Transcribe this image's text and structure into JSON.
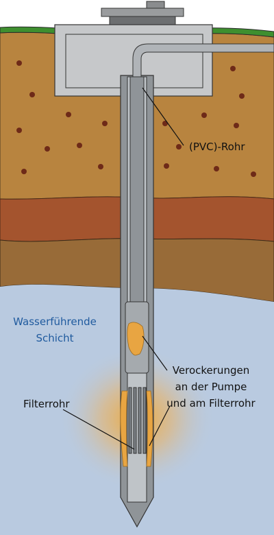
{
  "labels": {
    "pvc_pipe": "(PVC)-Rohr",
    "aquifer_line1": "Wasserführende",
    "aquifer_line2": "Schicht",
    "ochre_line1": "Verockerungen",
    "ochre_line2": "an der Pumpe",
    "ochre_line3": "und am Filterrohr",
    "filter_pipe": "Filterrohr"
  },
  "colors": {
    "grass": "#3e8f2f",
    "topsoil": "#b8843f",
    "clay": "#a4542e",
    "subsoil": "#986b38",
    "aquifer": "#b9cae0",
    "ochre": "#e9a640",
    "pipe": "#8f9498",
    "well_head": "#c6c8ca"
  }
}
